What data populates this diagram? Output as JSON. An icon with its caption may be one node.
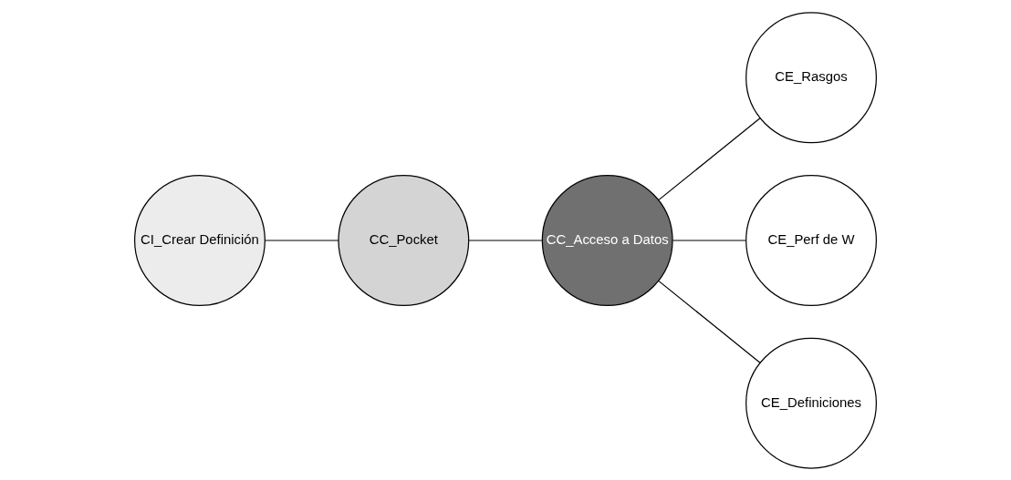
{
  "diagram": {
    "nodes": [
      {
        "text": [
          "CI_Crear Definición"
        ]
      },
      {
        "text": [
          "CC_Pocket"
        ]
      },
      {
        "text": [
          "CC_Acceso a Datos"
        ]
      },
      {
        "text": [
          "CE_Rasgos"
        ]
      },
      {
        "text": [
          "CE_Perf de W"
        ]
      },
      {
        "text": [
          "CE_Definiciones"
        ]
      }
    ],
    "edges": [
      {
        "from": 0,
        "to": 1,
        "arrow": "none"
      },
      {
        "from": 1,
        "to": 2,
        "arrow": "none"
      },
      {
        "from": 2,
        "to": 3,
        "arrow": "none"
      },
      {
        "from": 2,
        "to": 4,
        "arrow": "none"
      },
      {
        "from": 2,
        "to": 5,
        "arrow": "none"
      }
    ]
  }
}
